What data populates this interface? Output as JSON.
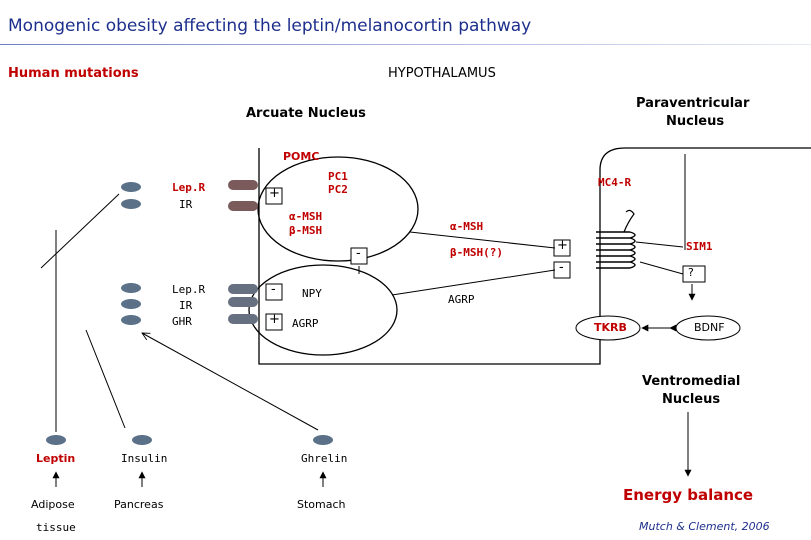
{
  "title": "Monogenic obesity affecting the leptin/melanocortin pathway",
  "labels": {
    "human_mutations": "Human mutations",
    "hypothalamus": "HYPOTHALAMUS",
    "arcuate_nucleus": "Arcuate Nucleus",
    "paraventricular_line1": "Paraventricular",
    "paraventricular_line2": "Nucleus",
    "pomc": "POMC",
    "pc1": "PC1",
    "pc2": "PC2",
    "alpha_msh_left": "α-MSH",
    "beta_msh_left": "β-MSH",
    "alpha_msh_right": "α-MSH",
    "beta_msh_right": "β-MSH(?)",
    "mc4r": "MC4-R",
    "sim1": "SIM1",
    "npy": "NPY",
    "agrp_left": "AGRP",
    "agrp_right": "AGRP",
    "tkrb": "TKRB",
    "bdnf": "BDNF",
    "question": "?",
    "receptor_upper_1": "Lep.R",
    "receptor_upper_2": "IR",
    "receptor_lower_1": "Lep.R",
    "receptor_lower_2": "IR",
    "receptor_lower_3": "GHR",
    "ventromedial_line1": "Ventromedial",
    "ventromedial_line2": "Nucleus",
    "leptin": "Leptin",
    "insulin": "Insulin",
    "ghrelin": "Ghrelin",
    "adipose": "Adipose",
    "tissue": "tissue",
    "pancreas": "Pancreas",
    "stomach": "Stomach",
    "energy_balance": "Energy balance",
    "citation": "Mutch & Clement, 2006",
    "plus": "+",
    "minus": "-"
  },
  "colors": {
    "title": "#1d2f8c",
    "highlight_red": "#c00000",
    "receptor_fill": "#5b7188",
    "lines": "#000000"
  }
}
